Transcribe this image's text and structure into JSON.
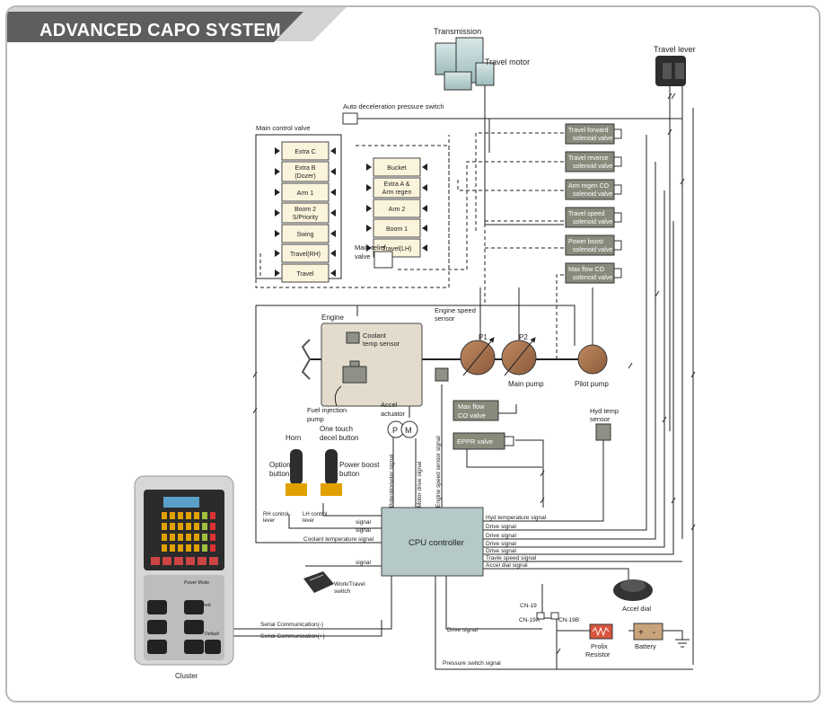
{
  "title": "ADVANCED CAPO SYSTEM",
  "labels": {
    "transmission": "Transmission",
    "travel_motor": "Travel motor",
    "travel_lever": "Travel lever",
    "auto_decel_switch": "Auto deceleration pressure switch",
    "main_control_valve": "Main control valve",
    "main_relief": "Main relief",
    "valve": "valve",
    "engine": "Engine",
    "coolant_1": "Coolant",
    "coolant_2": "temp sensor",
    "engine_speed_1": "Engine speed",
    "engine_speed_2": "sensor",
    "fuel_1": "Fuel injection",
    "fuel_2": "pump",
    "accel_1": "Accel",
    "accel_2": "actuator",
    "p1": "P1",
    "p2": "P2",
    "main_pump": "Main pump",
    "pilot_pump": "Pilot pump",
    "maxflow_co_1": "Max flow",
    "maxflow_co_2": "CO valve",
    "eppr_valve": "EPPR valve",
    "hyd_temp_1": "Hyd temp",
    "hyd_temp_2": "sensor",
    "horn": "Horn",
    "one_touch_1": "One touch",
    "one_touch_2": "decel button",
    "option_1": "Option",
    "option_2": "button",
    "power_boost_1": "Power boost",
    "power_boost_2": "button",
    "rh_lever_1": "RH control",
    "rh_lever_2": "lever",
    "lh_lever_1": "LH control",
    "lh_lever_2": "lever",
    "cpu": "CPU controller",
    "work_travel_1": "Work/Travel",
    "work_travel_2": "switch",
    "accel_dial": "Accel dial",
    "prolix_1": "Prolix",
    "prolix_2": "Resistor",
    "battery": "Battery",
    "cluster": "Cluster",
    "cn19": "CN-19",
    "cn19a": "CN-19A",
    "cn19b": "CN-19B",
    "plus": "+",
    "minus": "-",
    "pm_p": "P",
    "pm_m": "M"
  },
  "spools_left": [
    "Extra C",
    "Extra B",
    "(Dozer)",
    "Arm 1",
    "Boom 2",
    "S/Priority",
    "Swing",
    "Travel(RH)",
    "Travel"
  ],
  "spools_right": [
    "Bucket",
    "Extra A &",
    "Arm regen",
    "Arm 2",
    "Boom 1",
    "Travel(LH)"
  ],
  "solenoids": [
    [
      "Travel forward",
      "solenoid valve"
    ],
    [
      "Travel reverse",
      "solenoid valve"
    ],
    [
      "Arm regen CO",
      "solenoid valve"
    ],
    [
      "Travel speed",
      "solenoid valve"
    ],
    [
      "Power boost",
      "solenoid valve"
    ],
    [
      "Max flow CO",
      "solenoid valve"
    ]
  ],
  "signals": {
    "potentiometer": "Potentiometer signal",
    "motor_drive": "Motor drive signal",
    "engine_speed": "Engine speed sensor signal",
    "signal": "signal",
    "coolant_temp": "Coolant temperature signal",
    "hyd_temp": "Hyd temperature signal",
    "drive": "Drive signal",
    "travel_speed": "Travle speed signal",
    "accel_dial": "Accel dial signal",
    "serial_minus": "Serial Communication(-)",
    "serial_plus": "Serial Communication(+)",
    "pressure_switch": "Pressure switch signal"
  },
  "cluster_labels": {
    "power_mode": "Power Mode",
    "travel_speed": "Travel Speed",
    "default": "Default"
  },
  "colors": {
    "title_bar": "#5e5e5e",
    "spool": "#fbf4dc",
    "solenoid": "#8a8a7c",
    "engine_block": "#e3dccd",
    "pump": "#a87552",
    "cpu": "#b5c9c9",
    "sensor": "#8f9187",
    "motor": "#c3d8d8",
    "resistor": "#d9543f",
    "battery": "#c9a37b",
    "cluster_panel": "#d7d7d7"
  }
}
